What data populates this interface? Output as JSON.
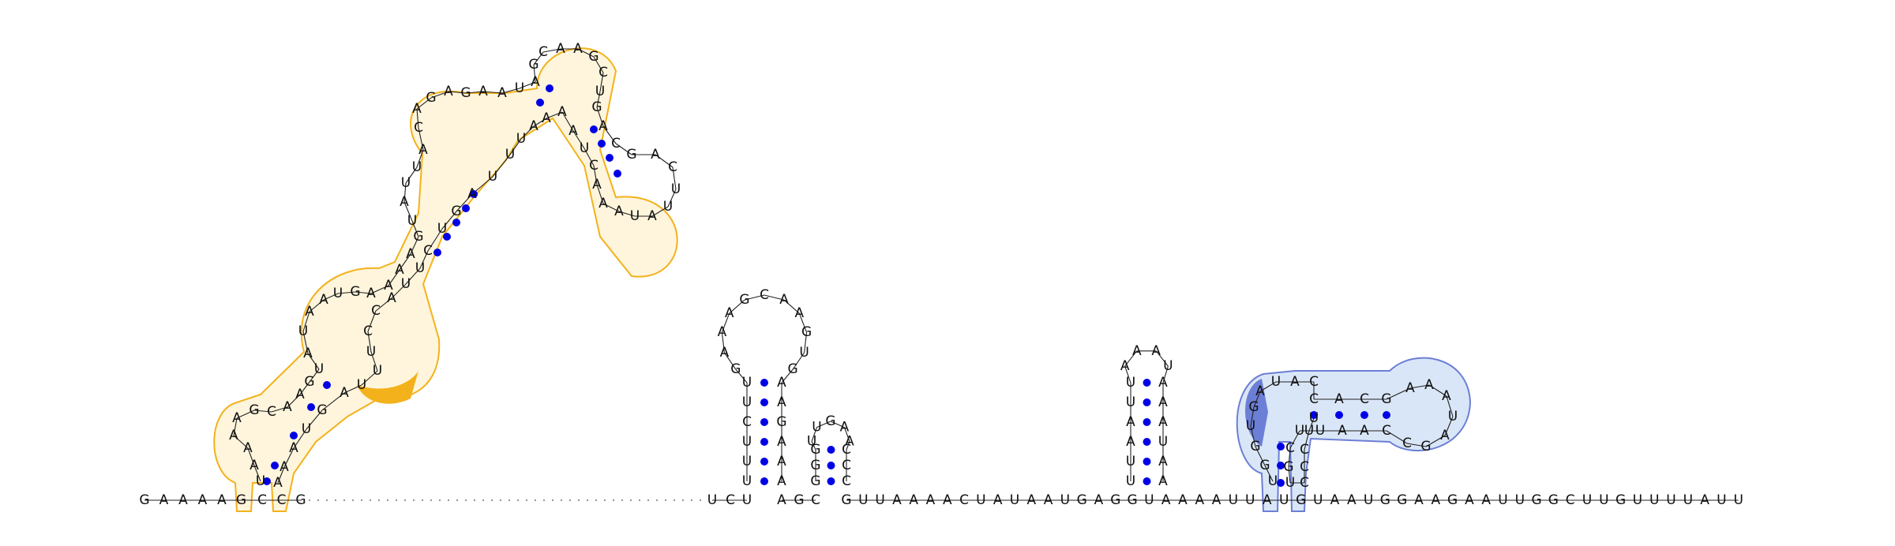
{
  "backbone": {
    "left_seq": [
      "G",
      "A",
      "A",
      "A",
      "A",
      "G",
      "C",
      "C",
      "G"
    ],
    "mid_seq": [
      "U",
      "C",
      "U",
      "A",
      "G",
      "C"
    ],
    "right_seq": [
      "G",
      "U",
      "U",
      "A",
      "A",
      "A",
      "A",
      "C",
      "U",
      "A",
      "U",
      "A",
      "A",
      "U",
      "G",
      "A",
      "G",
      "G",
      "U",
      "A",
      "A",
      "A",
      "A",
      "U",
      "U",
      "A",
      "U",
      "G",
      "U",
      "A",
      "A",
      "U",
      "G",
      "G",
      "A",
      "A",
      "G",
      "A",
      "A",
      "U",
      "U",
      "G",
      "G",
      "C",
      "U",
      "U",
      "G",
      "U",
      "U",
      "U",
      "U",
      "A",
      "U",
      "U"
    ]
  },
  "hairpin_1": {
    "stem_5p": [
      "U",
      "U",
      "U",
      "C",
      "U",
      "U"
    ],
    "stem_3p": [
      "A",
      "A",
      "A",
      "G",
      "A",
      "A"
    ],
    "loop": [
      "G",
      "A",
      "A",
      "A",
      "G",
      "C",
      "A",
      "A",
      "G",
      "U",
      "G"
    ]
  },
  "hairpin_2": {
    "stem_5p": [
      "G",
      "G",
      "G"
    ],
    "stem_3p": [
      "C",
      "C",
      "C"
    ],
    "loop": [
      "U",
      "U",
      "G",
      "A",
      "A"
    ]
  },
  "hairpin_3": {
    "stem_5p": [
      "U",
      "U",
      "A",
      "A",
      "U",
      "U"
    ],
    "stem_3p": [
      "A",
      "A",
      "U",
      "A",
      "A",
      "A"
    ],
    "loop": [
      "A",
      "A",
      "A",
      "U"
    ]
  },
  "domain_orange": {
    "color": "#f3b21b",
    "labels": [
      "U",
      "A",
      "A",
      "A",
      "A",
      "G",
      "C",
      "A",
      "A",
      "G",
      "U",
      "A",
      "U",
      "A",
      "A",
      "U",
      "G",
      "A",
      "A",
      "A",
      "A",
      "G",
      "U",
      "A",
      "U",
      "U",
      "A",
      "C",
      "A",
      "G",
      "A",
      "G",
      "A",
      "A",
      "U",
      "A",
      "G",
      "C",
      "A",
      "A",
      "G",
      "C",
      "U",
      "G",
      "A",
      "C",
      "G",
      "A",
      "C",
      "U",
      "U",
      "A",
      "U",
      "A",
      "A",
      "A",
      "C",
      "U",
      "A",
      "A",
      "A",
      "A",
      "U",
      "U",
      "U",
      "A",
      "G",
      "U",
      "C",
      "U",
      "U",
      "A",
      "C",
      "C",
      "U",
      "U",
      "U",
      "A",
      "G"
    ]
  },
  "domain_blue": {
    "color": "#6c7fd6",
    "labels": [
      "U",
      "G",
      "G",
      "U",
      "G",
      "A",
      "U",
      "A",
      "C",
      "C",
      "A",
      "C",
      "G",
      "A",
      "A",
      "A",
      "U",
      "A",
      "G",
      "C",
      "C",
      "A",
      "A",
      "U",
      "U",
      "C",
      "G",
      "U",
      "C",
      "C",
      "C",
      "U",
      "U"
    ]
  }
}
